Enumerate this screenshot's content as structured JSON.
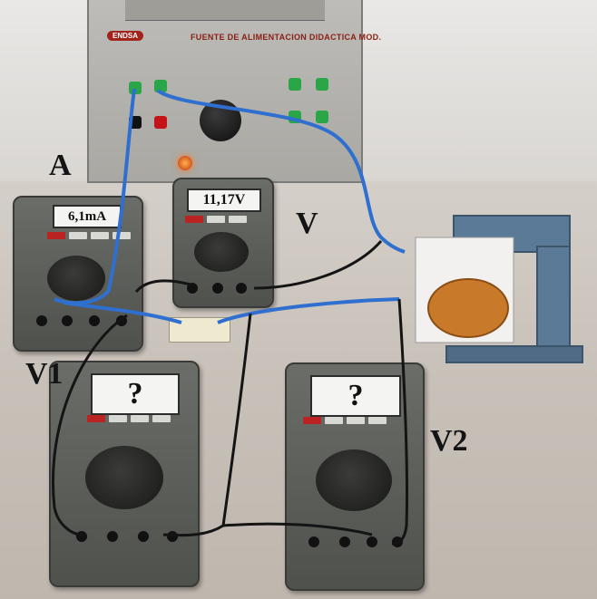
{
  "power_supply": {
    "brand": "ENDSA",
    "label": "FUENTE DE ALIMENTACION DIDACTICA MOD."
  },
  "meters": {
    "ammeter": {
      "letter": "A",
      "reading": "6,1mA"
    },
    "voltmeter": {
      "letter": "V",
      "reading": "11,17V"
    },
    "v1": {
      "letter": "V1",
      "reading": "?"
    },
    "v2": {
      "letter": "V2",
      "reading": "?"
    }
  },
  "colors": {
    "wire_blue": "#2f6fd0",
    "wire_black": "#141414",
    "terminal_green": "#2aa548",
    "terminal_red": "#c4141a",
    "coil_copper": "#c87a2a",
    "core_blue": "#5b7a97"
  }
}
